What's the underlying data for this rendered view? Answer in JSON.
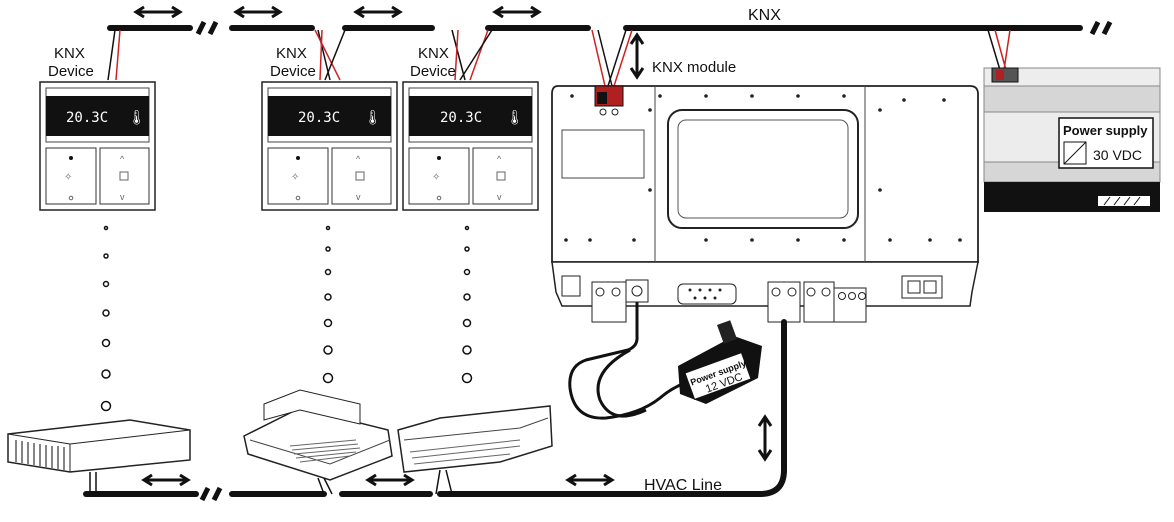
{
  "labels": {
    "bus_top": "KNX",
    "knx_module": "KNX module",
    "knx_device_1_line1": "KNX",
    "knx_device_1_line2": "Device",
    "knx_device_2_line1": "KNX",
    "knx_device_2_line2": "Device",
    "knx_device_3_line1": "KNX",
    "knx_device_3_line2": "Device",
    "psu_big_title": "Power supply",
    "psu_big_voltage": "30 VDC",
    "psu_small_title": "Power supply",
    "psu_small_voltage": "12 VDC",
    "hvac_line": "HVAC Line"
  },
  "thermostats": [
    {
      "reading": "20.3C"
    },
    {
      "reading": "20.3C"
    },
    {
      "reading": "20.3C"
    }
  ],
  "colors": {
    "bus": "#111111",
    "red_wire": "#cc2222",
    "display": "#111111",
    "psu_rail": "#d6d6d6",
    "connector_red": "#b02020"
  }
}
